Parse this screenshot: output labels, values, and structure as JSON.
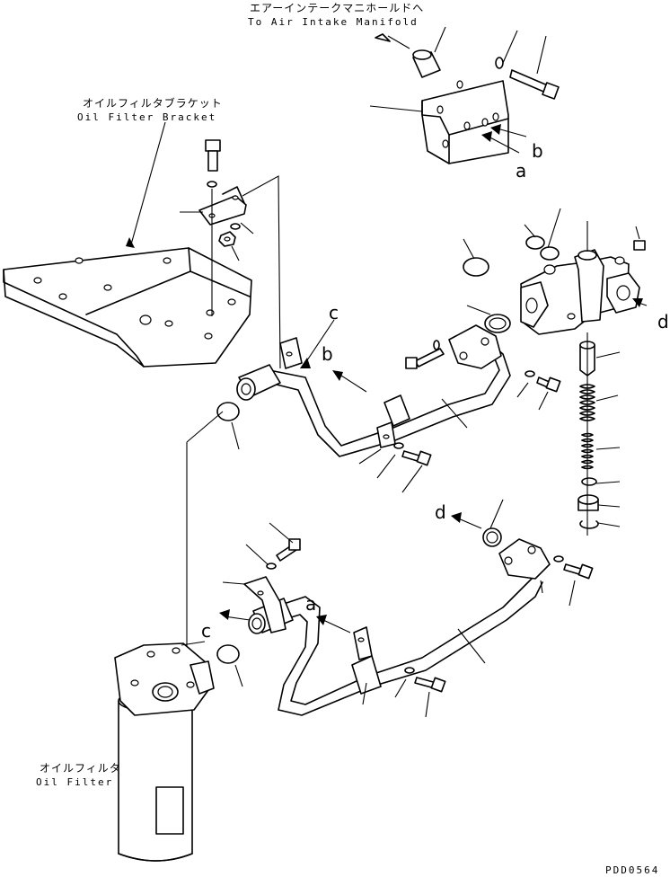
{
  "labels": {
    "air_manifold_jp": "エアーインテークマニホールドへ",
    "air_manifold_en": "To Air Intake Manifold",
    "bracket_jp": "オイルフィルタブラケット",
    "bracket_en": "Oil Filter Bracket",
    "filter_jp": "オイルフィルタ",
    "filter_en": "Oil Filter"
  },
  "refs": {
    "a": "a",
    "b": "b",
    "c": "c",
    "d": "d"
  },
  "drawing_code": "PDD0564"
}
